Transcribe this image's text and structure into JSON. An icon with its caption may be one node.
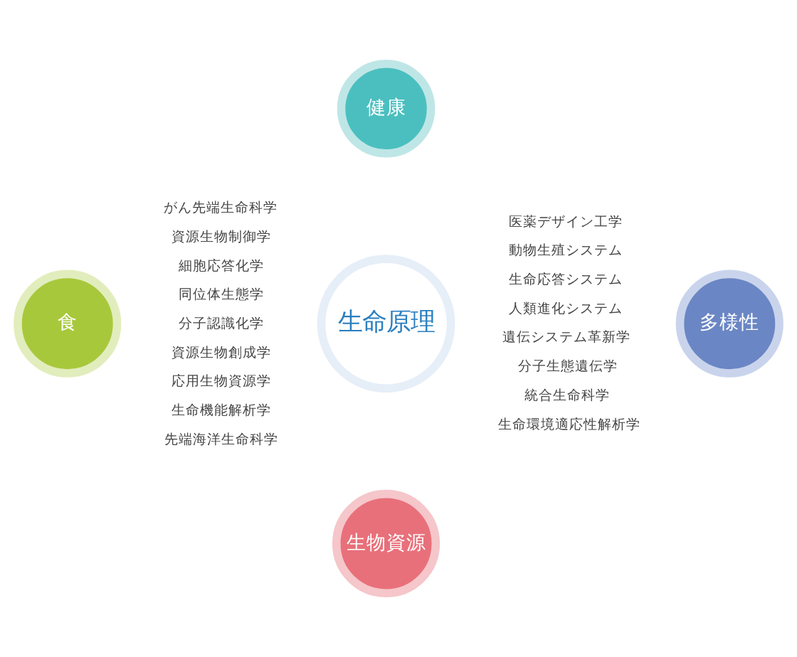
{
  "diagram": {
    "nodes": [
      {
        "text": [
          "健康"
        ]
      },
      {
        "text": [
          "食"
        ]
      },
      {
        "text": [
          "生命原理"
        ]
      },
      {
        "text": [
          "多様性"
        ]
      },
      {
        "text": [
          "生物資源"
        ]
      }
    ],
    "labels": [
      "がん先端生命科学",
      "資源生物制御学",
      "細胞応答化学",
      "同位体生態学",
      "分子認識化学",
      "資源生物創成学",
      "応用生物資源学",
      "生命機能解析学",
      "先端海洋生命科学",
      "医薬デザイン工学",
      "動物生殖システム",
      "生命応答システム",
      "人類進化システム",
      "遺伝システム革新学",
      "分子生態遺伝学",
      "統合生命科学",
      "生命環境適応性解析学"
    ]
  }
}
